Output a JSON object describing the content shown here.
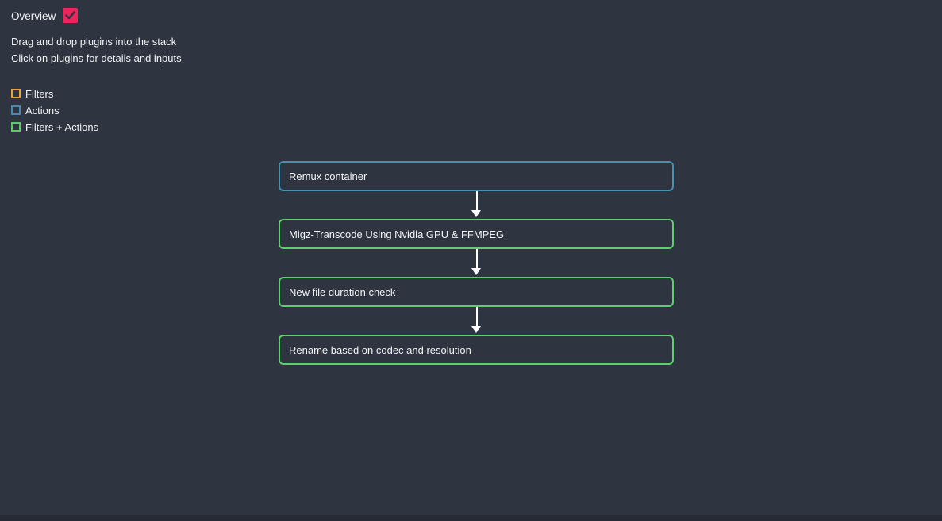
{
  "colors": {
    "background": "#2e3440",
    "footer_strip": "#262b35",
    "text": "#f2f4f6",
    "checkbox_fill": "#f0245c",
    "checkmark": "#2e3440",
    "arrow": "#ffffff",
    "action_border": "#4a8fb0",
    "filter_action_border": "#5fce6e",
    "filter_swatch": "#e8a33c"
  },
  "header": {
    "title": "Overview",
    "checkbox_checked": true,
    "instruction_line_1": "Drag and drop plugins into the stack",
    "instruction_line_2": "Click on plugins for details and inputs"
  },
  "legend": {
    "items": [
      {
        "label": "Filters",
        "color": "#e8a33c"
      },
      {
        "label": "Actions",
        "color": "#4d87ad"
      },
      {
        "label": "Filters + Actions",
        "color": "#5dc96a"
      }
    ]
  },
  "plugin_stack": {
    "items": [
      {
        "label": "Remux container",
        "type": "action",
        "border_color": "#4a8fb0"
      },
      {
        "label": "Migz-Transcode Using Nvidia GPU & FFMPEG",
        "type": "filters+actions",
        "border_color": "#5fce6e"
      },
      {
        "label": "New file duration check",
        "type": "filters+actions",
        "border_color": "#5fce6e"
      },
      {
        "label": "Rename based on codec and resolution",
        "type": "filters+actions",
        "border_color": "#5fce6e"
      }
    ]
  }
}
